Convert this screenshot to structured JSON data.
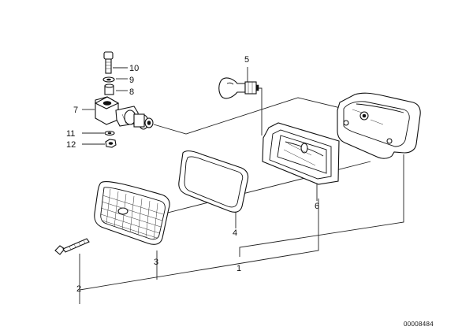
{
  "diagram": {
    "callouts": [
      {
        "id": "1",
        "label": "1"
      },
      {
        "id": "2",
        "label": "2"
      },
      {
        "id": "3",
        "label": "3"
      },
      {
        "id": "4",
        "label": "4"
      },
      {
        "id": "5",
        "label": "5"
      },
      {
        "id": "6",
        "label": "6"
      },
      {
        "id": "7",
        "label": "7"
      },
      {
        "id": "8",
        "label": "8"
      },
      {
        "id": "9",
        "label": "9"
      },
      {
        "id": "10",
        "label": "10"
      },
      {
        "id": "11",
        "label": "11"
      },
      {
        "id": "12",
        "label": "12"
      }
    ],
    "document_number": "00008484"
  }
}
